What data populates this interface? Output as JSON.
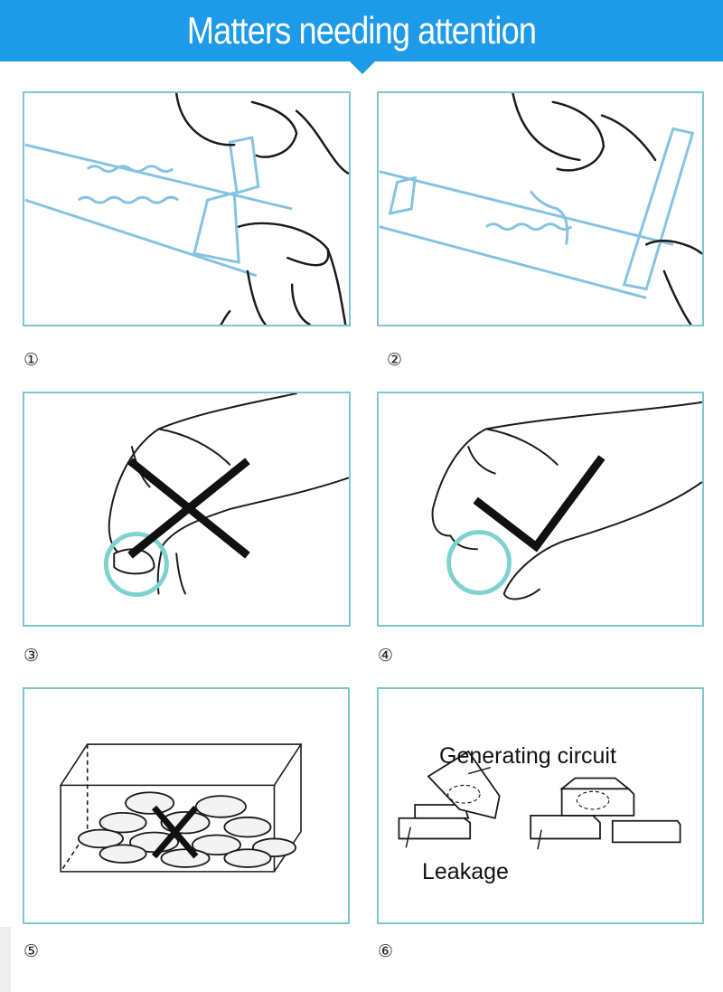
{
  "header": {
    "title": "Matters needing attention"
  },
  "steps": [
    {
      "number": "①"
    },
    {
      "number": "②"
    },
    {
      "number": "③"
    },
    {
      "number": "④"
    },
    {
      "number": "⑤"
    },
    {
      "number": "⑥"
    }
  ],
  "panel6": {
    "label_top": "Generating circuit",
    "label_bottom": "Leakage"
  },
  "colors": {
    "banner": "#1e9be8",
    "frame": "#7ec6cf",
    "sketch_blue": "#86c3e2",
    "battery_ring": "#7fd3cf",
    "ink": "#1a1a1a"
  }
}
